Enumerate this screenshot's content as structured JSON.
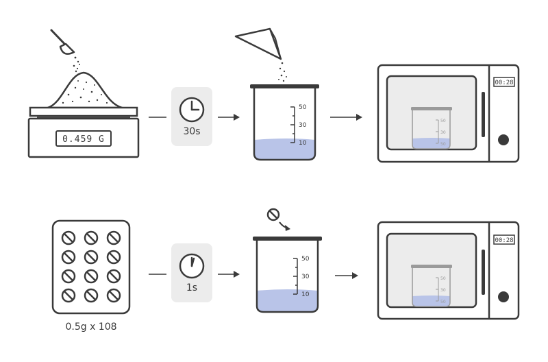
{
  "row1": {
    "scale_display": "0.459 G",
    "timer_label": "30s",
    "beaker_ticks": [
      "50",
      "30",
      "10"
    ],
    "microwave_time": "00:28",
    "microwave_beaker_ticks": [
      "50",
      "30",
      "50"
    ]
  },
  "row2": {
    "tablet_caption": "0.5g x 108",
    "timer_label": "1s",
    "beaker_ticks": [
      "50",
      "30",
      "10"
    ],
    "microwave_time": "00:28",
    "microwave_beaker_ticks": [
      "50",
      "30",
      "50"
    ]
  },
  "colors": {
    "stroke": "#3a3a3a",
    "water": "#b9c4e8",
    "panel": "#ececec",
    "scale_pad": "#4a4a4a"
  }
}
